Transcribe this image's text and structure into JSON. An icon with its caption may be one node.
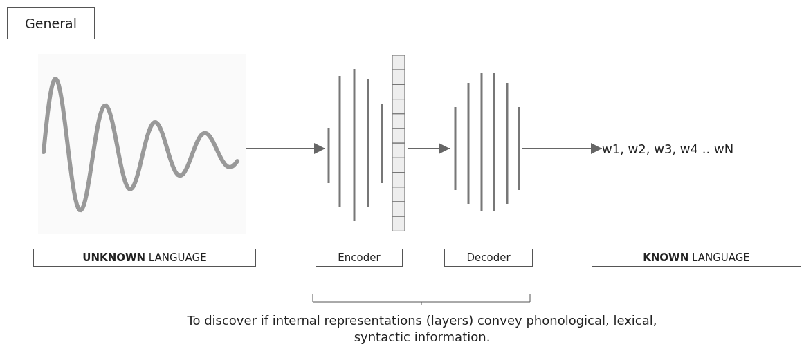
{
  "diagram": {
    "caption": "To discover if internal representations (layers) convey phonological, lexical, syntactic information.",
    "nodes": [
      {
        "text": [
          "General"
        ]
      },
      {
        "text": [],
        "shape": "picture"
      },
      {
        "text": [
          "**UNKNOWN** LANGUAGE"
        ]
      },
      {
        "text": [],
        "shape": "picture"
      },
      {
        "text": [
          "Encoder"
        ]
      },
      {
        "text": [],
        "shape": "picture"
      },
      {
        "text": [
          "Decoder"
        ]
      },
      {
        "text": [
          "w1, w2, w3, w4 .. wN"
        ]
      },
      {
        "text": [
          "**KNOWN** LANGUAGE"
        ]
      }
    ],
    "edges": [
      {
        "from": 1,
        "to": 3,
        "arrow": "to"
      },
      {
        "from": 3,
        "to": 5,
        "arrow": "to"
      },
      {
        "from": 5,
        "to": 7,
        "arrow": "to"
      }
    ]
  }
}
